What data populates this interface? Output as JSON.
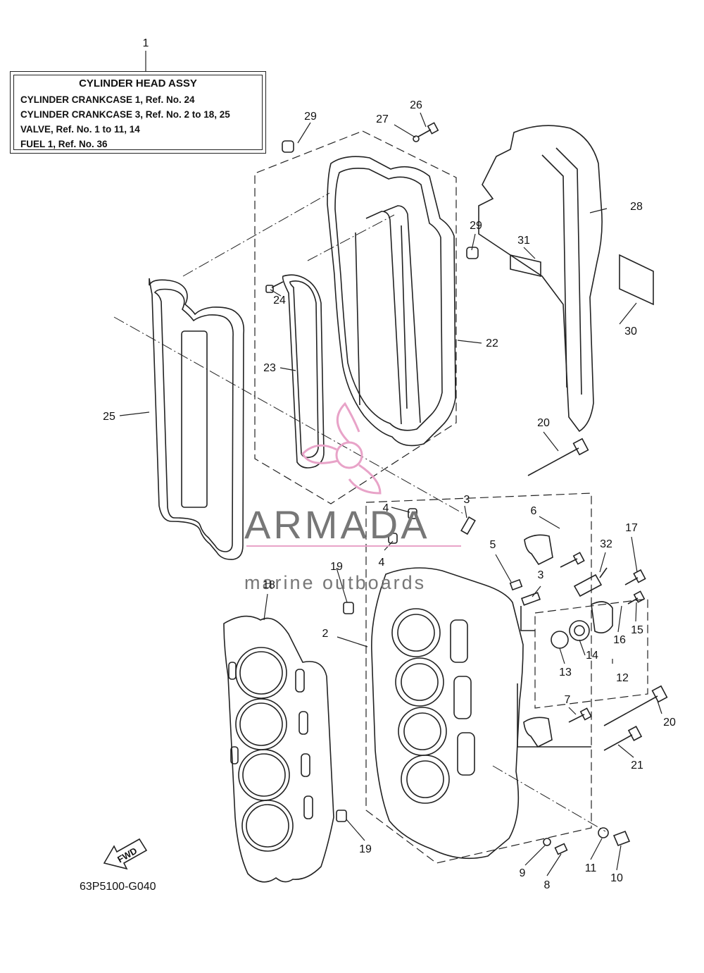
{
  "info_box": {
    "title": "CYLINDER HEAD ASSY",
    "lines": [
      "CYLINDER CRANKCASE 1,  Ref. No. 24",
      "CYLINDER CRANKCASE 3,  Ref. No. 2 to 18, 25",
      "VALVE,  Ref. No. 1 to 11, 14",
      "FUEL 1,  Ref. No. 36"
    ]
  },
  "callouts": [
    "1",
    "2",
    "3",
    "3",
    "4",
    "4",
    "5",
    "6",
    "7",
    "8",
    "9",
    "10",
    "11",
    "12",
    "13",
    "14",
    "15",
    "16",
    "17",
    "18",
    "19",
    "19",
    "20",
    "20",
    "21",
    "22",
    "23",
    "24",
    "25",
    "26",
    "27",
    "28",
    "29",
    "29",
    "30",
    "31",
    "32"
  ],
  "watermark": {
    "name": "ARMADA",
    "tagline": "marine outboards",
    "accent_color": "#e8a3c8"
  },
  "fwd_label": "FWD",
  "drawing_code": "63P5100-G040",
  "line_color": "#222222"
}
